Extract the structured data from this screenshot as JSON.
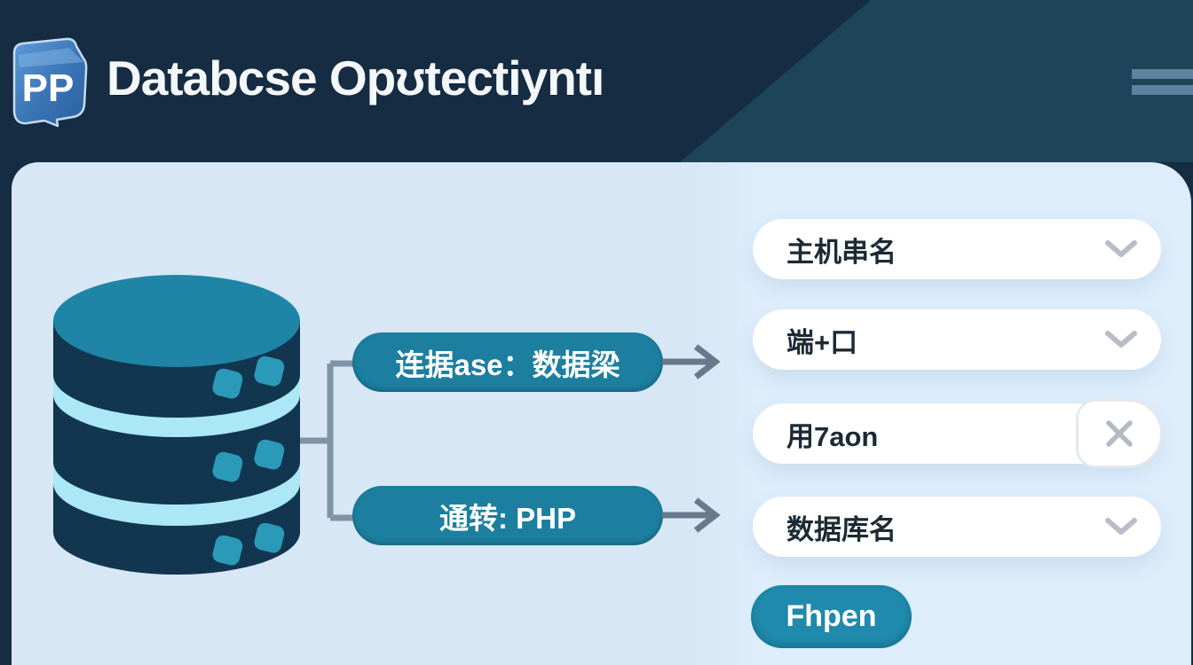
{
  "header": {
    "logo_text": "PP",
    "title": "Databcse Opʊtectiyntı",
    "menu_icon": "hamburger-icon"
  },
  "diagram": {
    "database_icon": "database-cylinder-icon",
    "labels": [
      {
        "text": "连据ase：数据梁"
      },
      {
        "text": "通转: PHP"
      }
    ],
    "arrow_icon": "arrow-right-icon"
  },
  "form": {
    "fields": [
      {
        "label": "主机串名",
        "control": "chevron-down-icon"
      },
      {
        "label": "端+口",
        "control": "chevron-down-icon"
      },
      {
        "label": "用7aon",
        "control": "clear-x-icon"
      },
      {
        "label": "数据库名",
        "control": "chevron-down-icon"
      }
    ],
    "button_label": "Fhpen"
  },
  "colors": {
    "header_bg": "#152c43",
    "header_diagonal": "#1d4459",
    "panel_bg": "#d8e7f5",
    "panel_right_bg": "#ddedfb",
    "teal_pill": "#1c7f9f",
    "button_teal": "#1f8aac",
    "menu_bar": "#5c82a0",
    "arrow_gray": "#66798d",
    "bracket_gray": "#7e93a6",
    "chevron_gray": "#b7bec5",
    "clear_x_gray": "#b3bac1",
    "cylinder_dark": "#123650",
    "cylinder_teal": "#1e85a7",
    "cylinder_cyan": "#abe7f4",
    "cylinder_dot": "#2a9ab8"
  }
}
